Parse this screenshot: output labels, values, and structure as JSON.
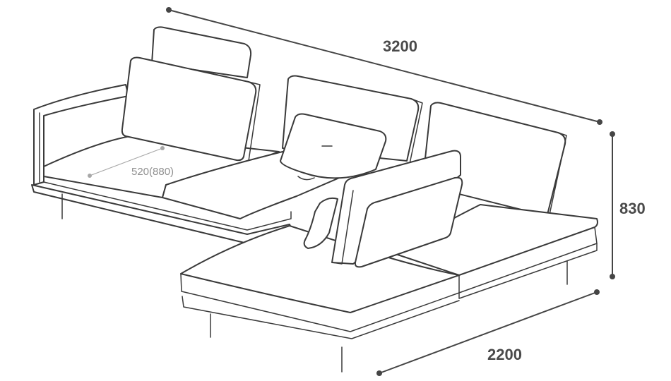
{
  "dimensions": {
    "total_width": "3200",
    "height": "830",
    "chaise_depth": "2200",
    "seat_depth": "520(880)"
  },
  "colors": {
    "line": "#3a3a3a",
    "dimension": "#454545",
    "seat_dimension": "#a8a8a8",
    "background": "#ffffff"
  }
}
